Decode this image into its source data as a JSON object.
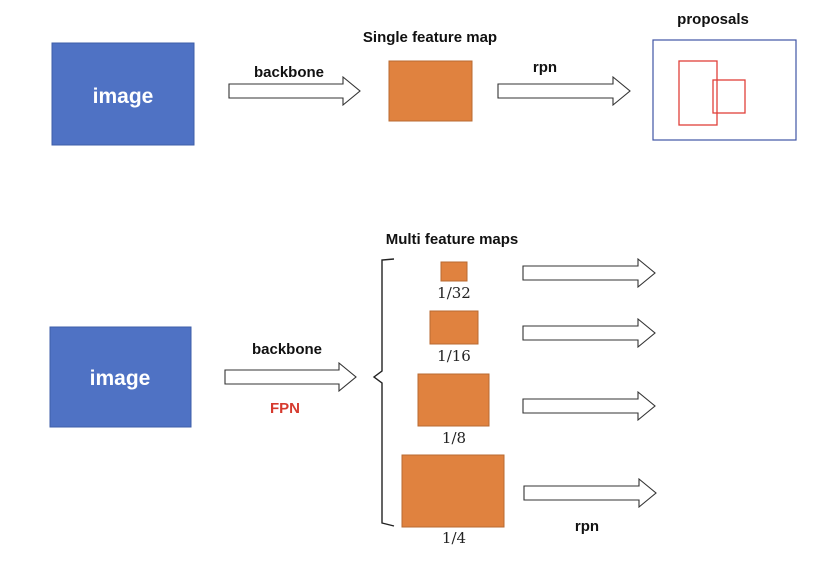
{
  "colors": {
    "image_box": "#4f72c4",
    "image_box_border": "#3e5ea8",
    "feature_map": "#e0823f",
    "feature_map_border": "#b86a30",
    "proposal_frame": "#3f55a5",
    "proposal_box": "#e0403a",
    "fpn_text": "#d63a2e"
  },
  "top": {
    "image_label": "image",
    "backbone_label": "backbone",
    "feature_title": "Single feature map",
    "rpn_label": "rpn",
    "proposals_title": "proposals"
  },
  "bottom": {
    "image_label": "image",
    "backbone_label": "backbone",
    "fpn_label": "FPN",
    "feature_title": "Multi feature maps",
    "scales": [
      "1/32",
      "1/16",
      "1/8",
      "1/4"
    ],
    "rpn_label": "rpn"
  }
}
